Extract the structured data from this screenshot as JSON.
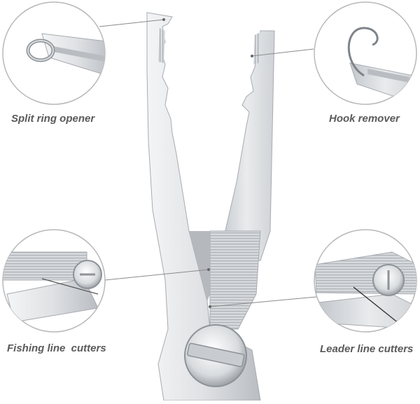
{
  "features": {
    "split_ring": {
      "label": "Split ring opener",
      "icon": "split-ring-icon"
    },
    "hook_remover": {
      "label": "Hook remover",
      "icon": "fish-hook-icon"
    },
    "fishing_line_cutters": {
      "label": "Fishing line  cutters",
      "icon": "line-cutter-icon"
    },
    "leader_line_cutters": {
      "label": "Leader line cutters",
      "icon": "leader-cutter-icon"
    }
  },
  "colors": {
    "steel_light": "#e6e8ea",
    "steel_mid": "#c9ccd0",
    "steel_dark": "#9ea3a8",
    "callout_line": "#8a8a8a",
    "label_text": "#5a5a5a"
  }
}
